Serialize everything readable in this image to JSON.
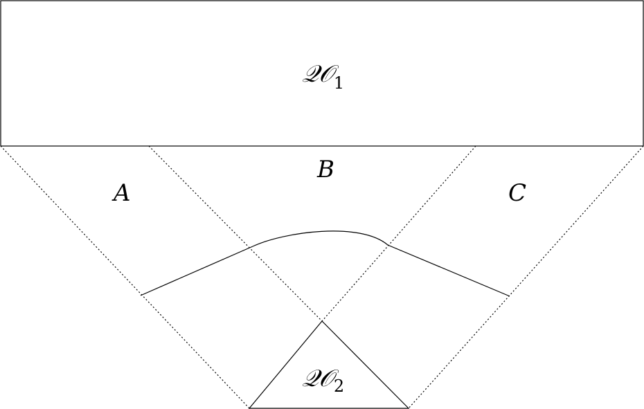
{
  "labels": {
    "top_box_main": "𝒬𝒪",
    "top_box_sub": "1",
    "bottom_triangle_main": "𝒬𝒪",
    "bottom_triangle_sub": "2",
    "region_a": "A",
    "region_b": "B",
    "region_c": "C"
  }
}
